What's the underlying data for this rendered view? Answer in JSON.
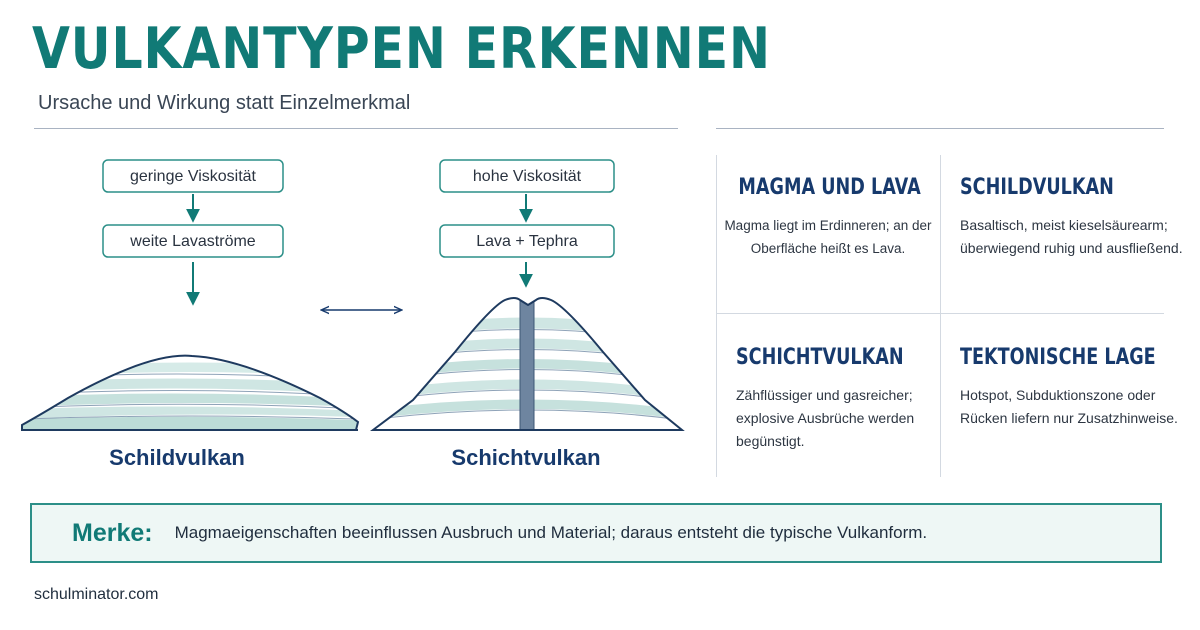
{
  "header": {
    "title": "VULKANTYPEN ERKENNEN",
    "subtitle": "Ursache und Wirkung statt Einzelmerkmal"
  },
  "diagram": {
    "left_chain": {
      "box1": "geringe Viskosität",
      "box2": "weite Lavaströme",
      "volcano_label": "Schildvulkan"
    },
    "right_chain": {
      "box1": "hohe Viskosität",
      "box2": "Lava + Tephra",
      "volcano_label": "Schichtvulkan"
    }
  },
  "cards": [
    {
      "title": "MAGMA UND LAVA",
      "text": "Magma liegt im Erdinneren; an der Oberfläche heißt es Lava."
    },
    {
      "title": "SCHILDVULKAN",
      "text": "Basaltisch, meist kieselsäurearm; überwiegend ruhig und ausfließend."
    },
    {
      "title": "SCHICHTVULKAN",
      "text": "Zähflüssiger und gasreicher; explosive Ausbrüche werden begünstigt."
    },
    {
      "title": "TEKTONISCHE LAGE",
      "text": "Hotspot, Subduktionszone oder Rücken liefern nur Zusatzhinweise."
    }
  ],
  "merke": {
    "label": "Merke:",
    "text": "Magmaeigenschaften beeinflussen Ausbruch und Material; daraus entsteht die typische Vulkanform."
  },
  "footer": {
    "source": "schulminator.com"
  },
  "colors": {
    "accent": "#117a76",
    "navy": "#173a6d",
    "layer": "#cfe6e3",
    "conduit": "#6e85a0"
  }
}
